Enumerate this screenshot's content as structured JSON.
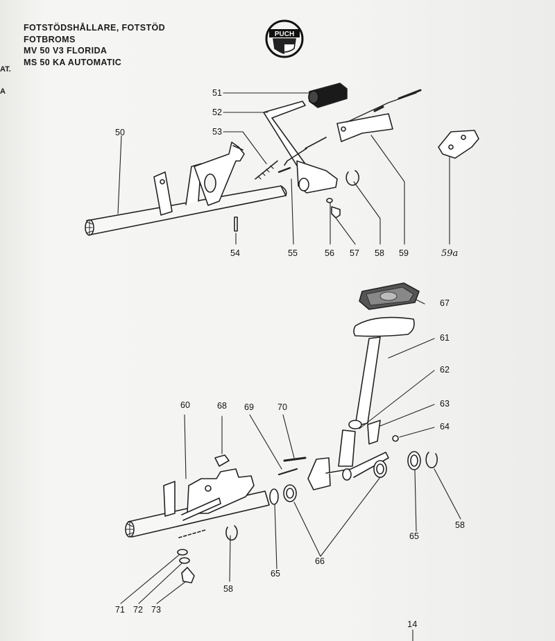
{
  "header": {
    "line1": "FOTSTÖDSHÅLLARE, FOTSTÖD",
    "line2": "FOTBROMS",
    "line3": "MV 50 V3 FLORIDA",
    "line4": "MS 50 KA AUTOMATIC"
  },
  "margin": {
    "frag1": "AT.",
    "frag2": "A"
  },
  "logo": {
    "text": "PUCH"
  },
  "parts_upper": {
    "p50": "50",
    "p51": "51",
    "p52": "52",
    "p53": "53",
    "p54": "54",
    "p55": "55",
    "p56": "56",
    "p57": "57",
    "p58": "58",
    "p59": "59",
    "p59a": "59a"
  },
  "parts_lower": {
    "p60": "60",
    "p61": "61",
    "p62": "62",
    "p63": "63",
    "p64": "64",
    "p65a": "65",
    "p65b": "65",
    "p58a": "58",
    "p58b": "58",
    "p66": "66",
    "p67": "67",
    "p68": "68",
    "p69": "69",
    "p70": "70",
    "p71": "71",
    "p72": "72",
    "p73": "73"
  },
  "page_number": "14"
}
